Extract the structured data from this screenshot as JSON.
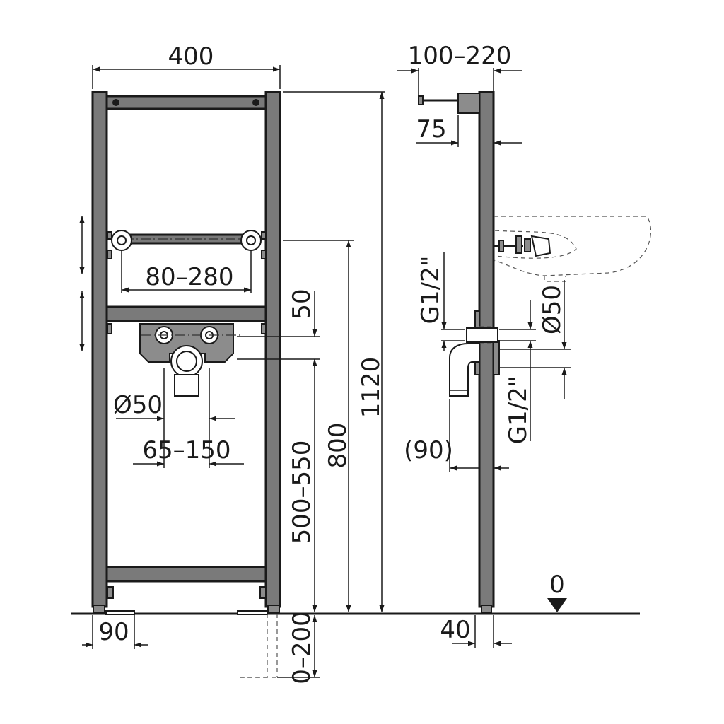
{
  "dimensions": {
    "frame_width": "400",
    "bracket_offset": "100–220",
    "bracket_depth": "75",
    "tap_spacing": "80–280",
    "offset_50": "50",
    "total_height": "1120",
    "height_800": "800",
    "waste_diameter_front": "Ø50",
    "tap_range": "65–150",
    "waste_height": "500–550",
    "connection_upper": "G1/2\"",
    "waste_diameter_side": "Ø50",
    "connection_lower": "G1/2\"",
    "depth_90_paren": "(90)",
    "foot_width": "90",
    "leg_adjust": "0–200",
    "floor_level": "0",
    "side_depth": "40"
  }
}
